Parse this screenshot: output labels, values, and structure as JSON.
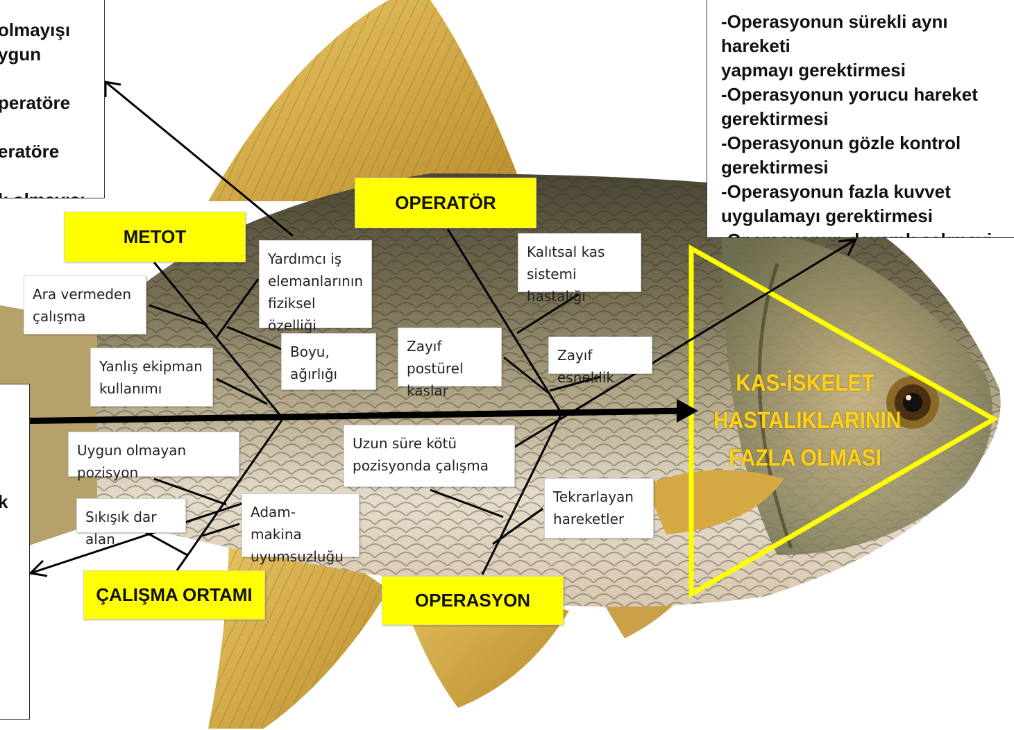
{
  "head": {
    "text": "KAS-İSKELET\nHASTALIKLARININ\nFAZLA OLMASI",
    "color": "#ffd21a",
    "triangle_color": "#ffff00"
  },
  "categories": {
    "metot": "METOT",
    "operator": "OPERATÖR",
    "calisma_ortami": "ÇALIŞMA ORTAMI",
    "operasyon": "OPERASYON"
  },
  "causes": {
    "ara_vermeden": "Ara vermeden\nçalışma",
    "yanlis_ekipman": "Yanlış ekipman\nkullanımı",
    "yardimci_is": "Yardımcı iş\nelemanlarının\nfiziksel özelliği",
    "boyu_agirligi": "Boyu,\nağırlığı",
    "kalitsal_kas": "Kalıtsal kas\nsistemi hastalığı",
    "zayif_posturel": "Zayıf postürel\nkaslar",
    "zayif_esneklik": "Zayıf esneklik",
    "uygun_olmayan_pozisyon": "Uygun olmayan pozisyon",
    "sikisik_dar_alan": "Sıkışık dar alan",
    "adam_makina": "Adam- makina\nuyumsuzluğu",
    "uzun_sure": "Uzun süre kötü\npozisyonda çalışma",
    "tekrarlayan": "Tekrarlayan\nhareketler"
  },
  "notes": {
    "top_left": "olmayışı\nygun\n\nperatöre\n\neratöre\n\nk olmayışı",
    "top_right": "-Operasyonun sürekli aynı hareketi\nyapmayı gerektirmesi\n-Operasyonun yorucu hareket\ngerektirmesi\n-Operasyonun gözle kontrol\ngerektirmesi\n-Operasyonun fazla kuvvet\nuygulamayı gerektirmesi\n-Operasyonun devamlı çekmeyi\ngerektirmesi",
    "bottom_left": "k"
  },
  "colors": {
    "category_fill": "#ffff00",
    "fin": "#d9b24a",
    "fish_body": "#7a7256",
    "belly": "#ece4d4"
  }
}
